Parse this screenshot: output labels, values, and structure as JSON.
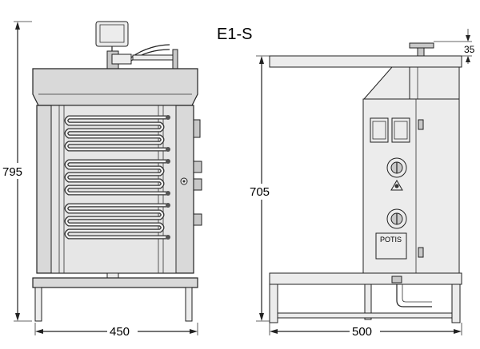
{
  "drawing": {
    "model": "E1-S",
    "front_view": {
      "height_label": "795",
      "width_label": "450"
    },
    "side_view": {
      "height_label": "705",
      "width_label": "500",
      "top_offset_label": "35",
      "panel_text": "POTIS"
    }
  }
}
